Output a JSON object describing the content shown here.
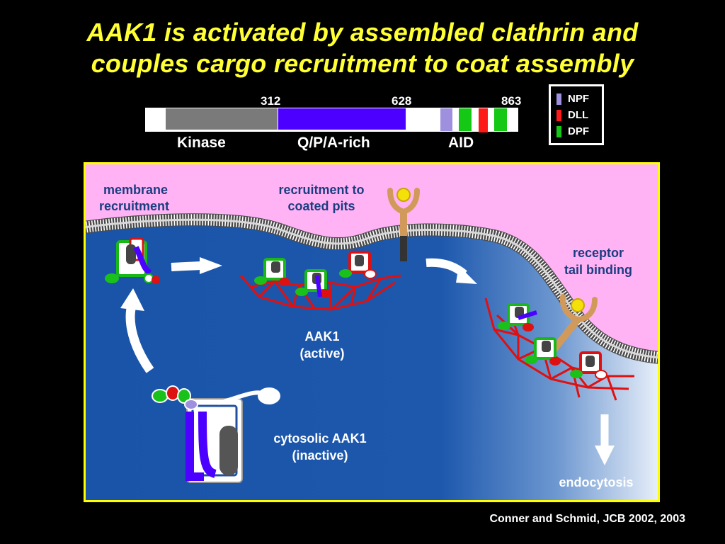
{
  "title": {
    "line1": "AAK1 is activated by assembled clathrin and",
    "line2": "couples cargo recruitment to coat assembly"
  },
  "domain_map": {
    "positions": [
      "312",
      "628",
      "863"
    ],
    "domains": [
      "Kinase",
      "Q/P/A-rich",
      "AID"
    ],
    "colors": {
      "kinase": "#7a7a7a",
      "qpa_rich": "#4c00ff",
      "npf": "#9f8fdf",
      "dll": "#ff1a1a",
      "dpf": "#16c816"
    }
  },
  "legend": {
    "items": [
      {
        "label": "NPF",
        "color": "#9f8fdf"
      },
      {
        "label": "DLL",
        "color": "#ff1a1a"
      },
      {
        "label": "DPF",
        "color": "#16c816"
      }
    ]
  },
  "panel": {
    "labels": {
      "membrane_recruitment_1": "membrane",
      "membrane_recruitment_2": "recruitment",
      "coated_pits_1": "recruitment to",
      "coated_pits_2": "coated pits",
      "receptor_tail_1": "receptor",
      "receptor_tail_2": "tail binding",
      "active_1": "AAK1",
      "active_2": "(active)",
      "cytosolic_1": "cytosolic AAK1",
      "cytosolic_2": "(inactive)",
      "endocytosis": "endocytosis"
    },
    "colors": {
      "outside": "#ffb3f5",
      "cytosol": "#1a54a8",
      "border": "#ffff00",
      "clathrin": "#e01010"
    }
  },
  "credit": "Conner and Schmid, JCB 2002, 2003"
}
